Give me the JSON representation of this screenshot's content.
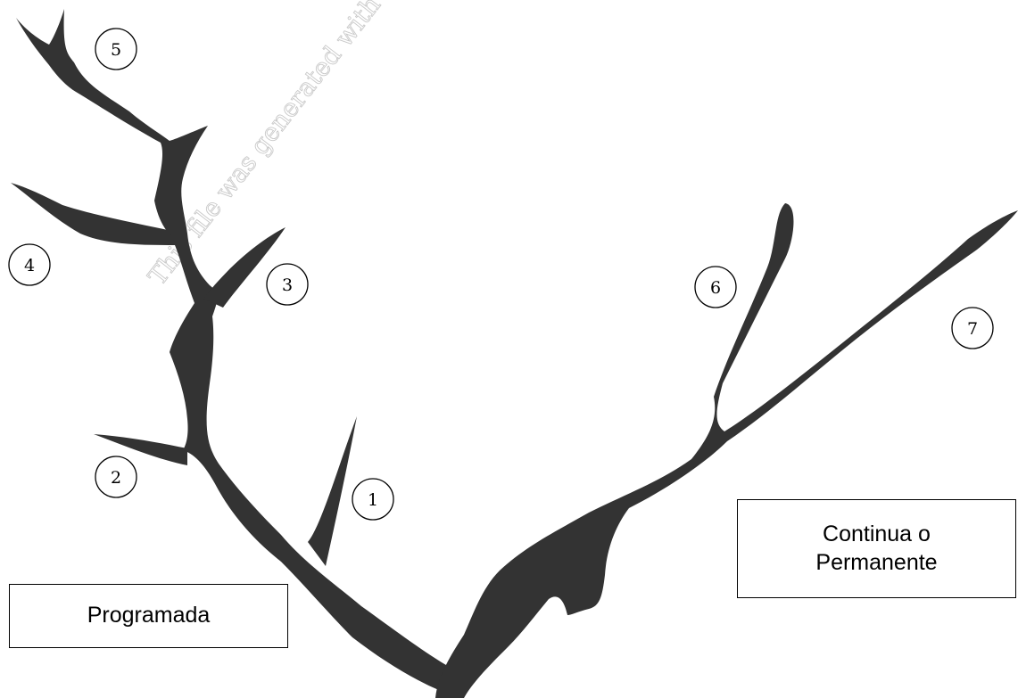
{
  "watermark": "This file was generated with the",
  "colors": {
    "branch": "#333333",
    "line": "#000000",
    "background": "#ffffff"
  },
  "labels": {
    "programada": "Programada",
    "continua": "Continua o\nPermanente"
  },
  "markers": [
    "1",
    "2",
    "3",
    "4",
    "5",
    "6",
    "7"
  ]
}
